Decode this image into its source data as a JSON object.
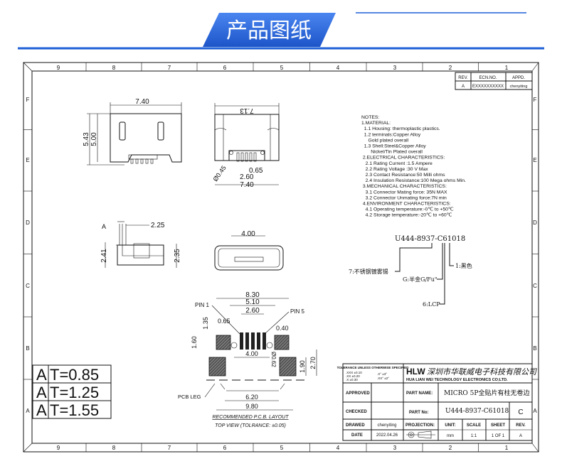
{
  "header": {
    "title": "产品图纸",
    "accent": "#1f5fd6"
  },
  "frame": {
    "columns": [
      "9",
      "8",
      "7",
      "6",
      "5",
      "4",
      "3",
      "2",
      "1"
    ],
    "rows": [
      "F",
      "E",
      "D",
      "C",
      "B",
      "A"
    ]
  },
  "revision_table": {
    "headers": [
      "REV.",
      "ECN.NO.",
      "APPD."
    ],
    "row": [
      "A",
      "EXXXXXXXXXX",
      "chenyiting"
    ]
  },
  "dimensions": {
    "top_view_width": "7.40",
    "top_view_height_outer": "5.43",
    "top_view_height_inner": "5.00",
    "front_width_top": "7.13",
    "front_pin_pitch": "0.65",
    "front_hole": "Ø0.45",
    "front_span": "2.60",
    "front_width_bottom": "7.40",
    "side_a": "A",
    "side_offset": "2.25",
    "side_height_left": "2.41",
    "side_height_right": "2.35",
    "end_width": "4.00",
    "pcb_830": "8.30",
    "pcb_510": "5.10",
    "pcb_260": "2.60",
    "pcb_065": "0.65",
    "pcb_040": "0.40",
    "pcb_135": "1.35",
    "pcb_160": "1.60",
    "pcb_400": "4.00",
    "pcb_hole": "Ø0.62",
    "pcb_190": "1.90",
    "pcb_270": "2.70",
    "pcb_620": "6.20",
    "pcb_980": "9.80",
    "pin1": "PIN 1",
    "pin5": "PIN 5",
    "pcb_leg": "PCB LEG",
    "layout_title": "RECOMMENDED P.C.B. LAYOUT",
    "layout_subtitle": "TOP VIEW (TOLRANCE: ±0.05)"
  },
  "notes": [
    "NOTES:",
    "1.MATERIAL:",
    "  1.1 Housing: thermoplastic plastics.",
    "  1.2 terminals:Copper Alloy",
    "     Gold plated overall",
    "  1.3 Shell:Steel&Copper Alloy",
    "       Nickel/Tin Plated overall",
    " 2.ELECTRICAL CHARACTERISTICS:",
    "   2.1 Rating Current :1.5 Ampere",
    "   2.2 Rating Voltage :30 V Max",
    "   2.3 Contact Resistance:50 Milli ohms",
    "   2.4 Insulation Resistance:100 Mega ohms Min.",
    " 3.MECHANICAL CHARACTERISTICS:",
    "   3.1 Connector Mating force: 35N MAX",
    "   3.2 Connector Unmating force:7N min",
    " 4.ENVIRONMENT CHARACTERISTICS:",
    "   4.1 Operating temperature:-0℃ to +50℃",
    "   4.2 Storage temperature:-20℃ to +60℃"
  ],
  "part_code": {
    "code": "U444-8937-C61018",
    "legend": [
      "7:不锈钢镀雾锡",
      "G:半金G/Fu\"",
      "6:LCP",
      "1:黑色"
    ]
  },
  "thickness_table": [
    {
      "a": "A",
      "t": "T=0.85"
    },
    {
      "a": "A",
      "t": "T=1.25"
    },
    {
      "a": "A",
      "t": "T=1.55"
    }
  ],
  "title_block": {
    "tolerance_title": "TOLERANCE UNLESS OTHERWISE SPECIFIED",
    "tolerances": [
      ".XXX ±0.10",
      ".XX ±0.20",
      ".X ±0.30",
      ".X° ±3°",
      ".XX° ±2°"
    ],
    "logo": "HLW",
    "company_cn": "深圳市华联威电子科技有限公司",
    "company_en": "HUA LIAN WEI TECHNOLOGY ELECTRONICS CO;LTD.",
    "approved_label": "APPROVED",
    "checked_label": "CHECKED",
    "drawed_label": "DRAWED",
    "drawed_value": "chenyiting",
    "date_label": "DATE",
    "date_value": "2022.04.26",
    "part_name_label": "PART NAME:",
    "part_name": "MICRO 5P全贴片有柱无卷边",
    "part_no_label": "PART No:",
    "part_no": "U444-8937-C61018",
    "rev_letter": "C",
    "projection_label": "PROJECTION:",
    "unit_label": "UNIT:",
    "unit_value": "mm",
    "scale_label": "SCALE",
    "scale_value": "1:1",
    "sheet_label": "SHEET",
    "sheet_value": "1 OF 1",
    "rev_label": "REV.",
    "rev_value": "A"
  }
}
